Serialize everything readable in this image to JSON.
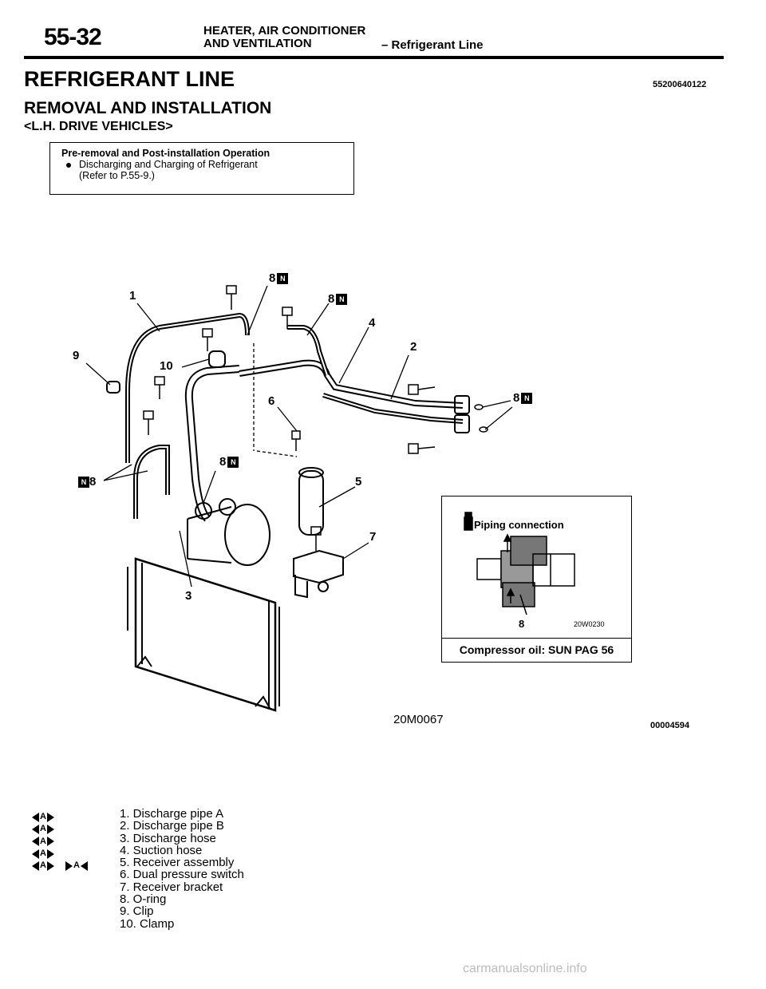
{
  "header": {
    "page_number": "55-32",
    "section_line1": "HEATER, AIR CONDITIONER",
    "section_line2": "AND VENTILATION",
    "subsection": "– Refrigerant Line"
  },
  "title": "REFRIGERANT LINE",
  "doc_code": "55200640122",
  "subtitle": "REMOVAL AND INSTALLATION",
  "variant": "<L.H. DRIVE VEHICLES>",
  "operation_box": {
    "title": "Pre-removal and Post-installation Operation",
    "item": "Discharging and Charging of Refrigerant",
    "ref": "(Refer to P.55-9.)"
  },
  "callouts": {
    "c1": "1",
    "c2": "2",
    "c3": "3",
    "c4": "4",
    "c5": "5",
    "c6": "6",
    "c7": "7",
    "c9": "9",
    "c10": "10",
    "c8a": "8",
    "c8b": "8",
    "c8c": "8",
    "c8d": "8",
    "c8e": "8",
    "badge": "N"
  },
  "inset": {
    "title": "Piping connection",
    "part_label": "8",
    "code": "20W0230",
    "footer": "Compressor oil: SUN PAG 56"
  },
  "figure_code": "20M0067",
  "document_number": "00004594",
  "service_marks": {
    "a": "A",
    "rows": [
      "◀A▶",
      "◀A▶",
      "◀A▶",
      "◀A▶",
      "◀A▶ ▶A◀"
    ]
  },
  "legend": [
    "1. Discharge pipe A",
    "2. Discharge pipe B",
    "3. Discharge hose",
    "4. Suction hose",
    "5. Receiver assembly",
    "6. Dual pressure switch",
    "7. Receiver bracket",
    "8. O-ring",
    "9. Clip",
    "10. Clamp"
  ],
  "watermark": "carmanualsonline.info"
}
